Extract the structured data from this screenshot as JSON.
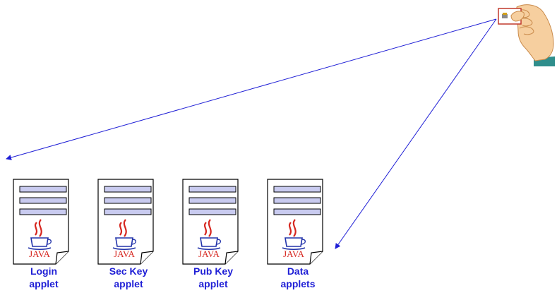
{
  "applets": [
    {
      "line1": "Login",
      "line2": "applet",
      "logo": "JAVA"
    },
    {
      "line1": "Sec Key",
      "line2": "applet",
      "logo": "JAVA"
    },
    {
      "line1": "Pub Key",
      "line2": "applet",
      "logo": "JAVA"
    },
    {
      "line1": "Data",
      "line2": "applets",
      "logo": "JAVA"
    }
  ],
  "colors": {
    "arrow": "#1f1fd6",
    "caption": "#1f1fd6",
    "bar_fill": "#c9cbf0",
    "java_red": "#d6261f",
    "java_blue": "#2233aa",
    "skin": "#f6cf9f",
    "sleeve": "#2f8e8c"
  },
  "icons": {
    "hand": "hand-holding-smartcard-icon",
    "document": "document-icon",
    "logo": "java-coffee-cup-icon"
  }
}
